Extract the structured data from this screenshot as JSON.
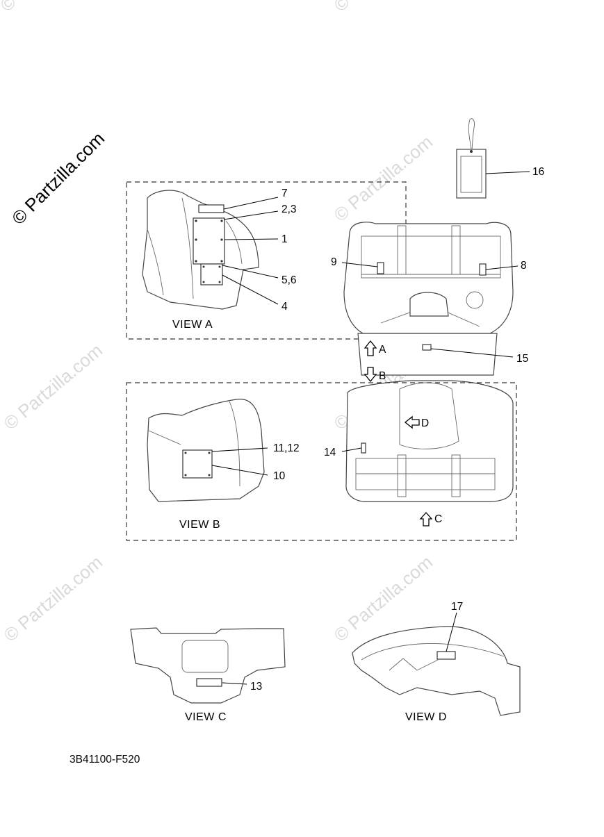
{
  "watermark": {
    "brand": "© Partzilla.com",
    "faint_text": "© Partzilla.com"
  },
  "diagram": {
    "code": "3B41100-F520",
    "views": {
      "a": "VIEW A",
      "b": "VIEW B",
      "c": "VIEW C",
      "d": "VIEW D"
    },
    "callouts": {
      "c1": "1",
      "c23": "2,3",
      "c4": "4",
      "c56": "5,6",
      "c7": "7",
      "c8": "8",
      "c9": "9",
      "c10": "10",
      "c1112": "11,12",
      "c13": "13",
      "c14": "14",
      "c15": "15",
      "c16": "16",
      "c17": "17"
    },
    "view_arrows": {
      "a": "A",
      "b": "B",
      "c": "C",
      "d": "D"
    }
  }
}
